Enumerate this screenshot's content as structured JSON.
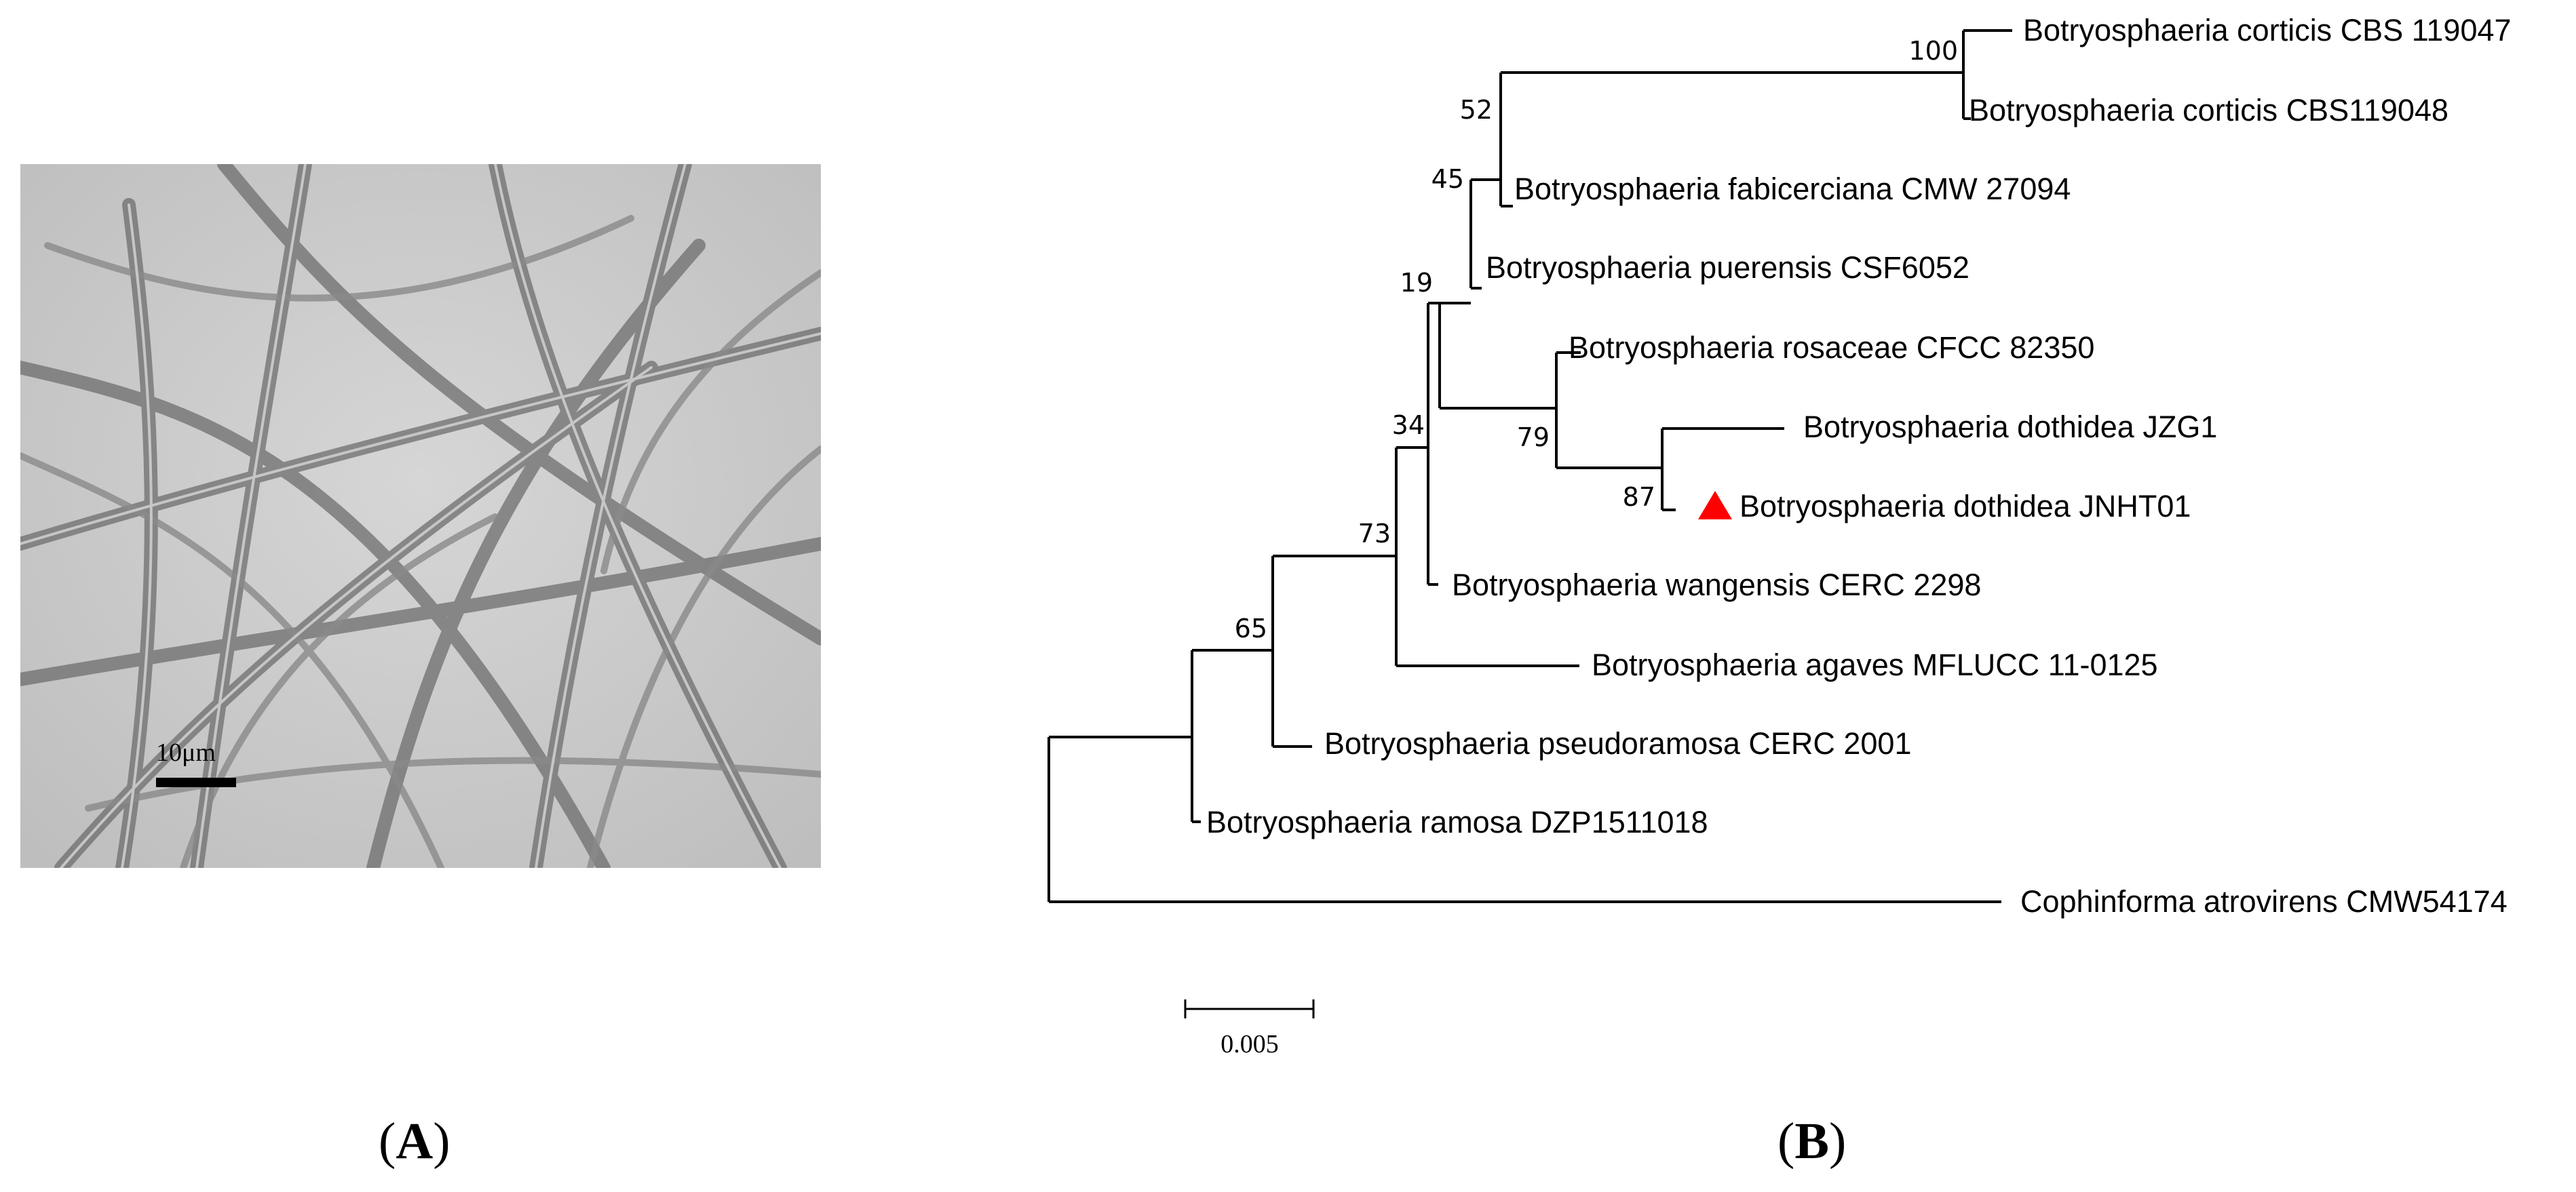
{
  "panel_a": {
    "label_open": "(",
    "label_letter": "A",
    "label_close": ")",
    "scale_bar_label": "10μm"
  },
  "panel_b": {
    "label_open": "(",
    "label_letter": "B",
    "label_close": ")",
    "scale_label": "0.005",
    "marker_color": "#ff0000",
    "taxa": [
      {
        "id": "t1",
        "label": "Botryosphaeria corticis CBS 119047"
      },
      {
        "id": "t2",
        "label": "Botryosphaeria corticis CBS119048"
      },
      {
        "id": "t3",
        "label": "Botryosphaeria fabicerciana CMW 27094"
      },
      {
        "id": "t4",
        "label": "Botryosphaeria puerensis CSF6052"
      },
      {
        "id": "t5",
        "label": "Botryosphaeria rosaceae CFCC 82350"
      },
      {
        "id": "t6",
        "label": "Botryosphaeria dothidea JZG1"
      },
      {
        "id": "t7",
        "label": "Botryosphaeria dothidea JNHT01",
        "marked": true
      },
      {
        "id": "t8",
        "label": "Botryosphaeria wangensis CERC 2298"
      },
      {
        "id": "t9",
        "label": "Botryosphaeria agaves MFLUCC 11-0125"
      },
      {
        "id": "t10",
        "label": "Botryosphaeria pseudoramosa CERC 2001"
      },
      {
        "id": "t11",
        "label": "Botryosphaeria ramosa DZP1511018"
      },
      {
        "id": "t12",
        "label": "Cophinforma atrovirens CMW54174"
      }
    ],
    "bootstrap": [
      {
        "node": "n100",
        "value": "100"
      },
      {
        "node": "n52",
        "value": "52"
      },
      {
        "node": "n45",
        "value": "45"
      },
      {
        "node": "n19",
        "value": "19"
      },
      {
        "node": "n79",
        "value": "79"
      },
      {
        "node": "n87",
        "value": "87"
      },
      {
        "node": "n34",
        "value": "34"
      },
      {
        "node": "n73",
        "value": "73"
      },
      {
        "node": "n65",
        "value": "65"
      }
    ]
  }
}
